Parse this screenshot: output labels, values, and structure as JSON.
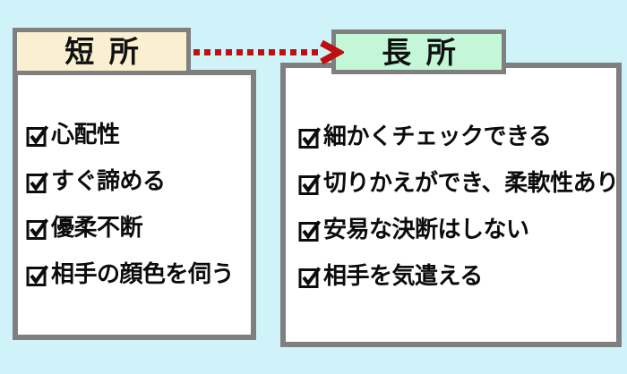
{
  "canvas": {
    "background": "#CFF3F8"
  },
  "left_panel": {
    "title": "短所",
    "header_bg": "#FAF0D1",
    "items": [
      "心配性",
      "すぐ諦める",
      "優柔不断",
      "相手の顔色を伺う"
    ]
  },
  "right_panel": {
    "title": "長所",
    "header_bg": "#C3F7D7",
    "items": [
      "細かくチェックできる",
      "切りかえができ、柔軟性あり",
      "安易な決断はしない",
      "相手を気遣える"
    ]
  },
  "arrow": {
    "color": "#BE1010",
    "style": "dotted",
    "direction": "left-to-right"
  },
  "icons": {
    "checkbox": "☑",
    "arrow_head": "❯"
  },
  "border_color": "#7f7f7f"
}
